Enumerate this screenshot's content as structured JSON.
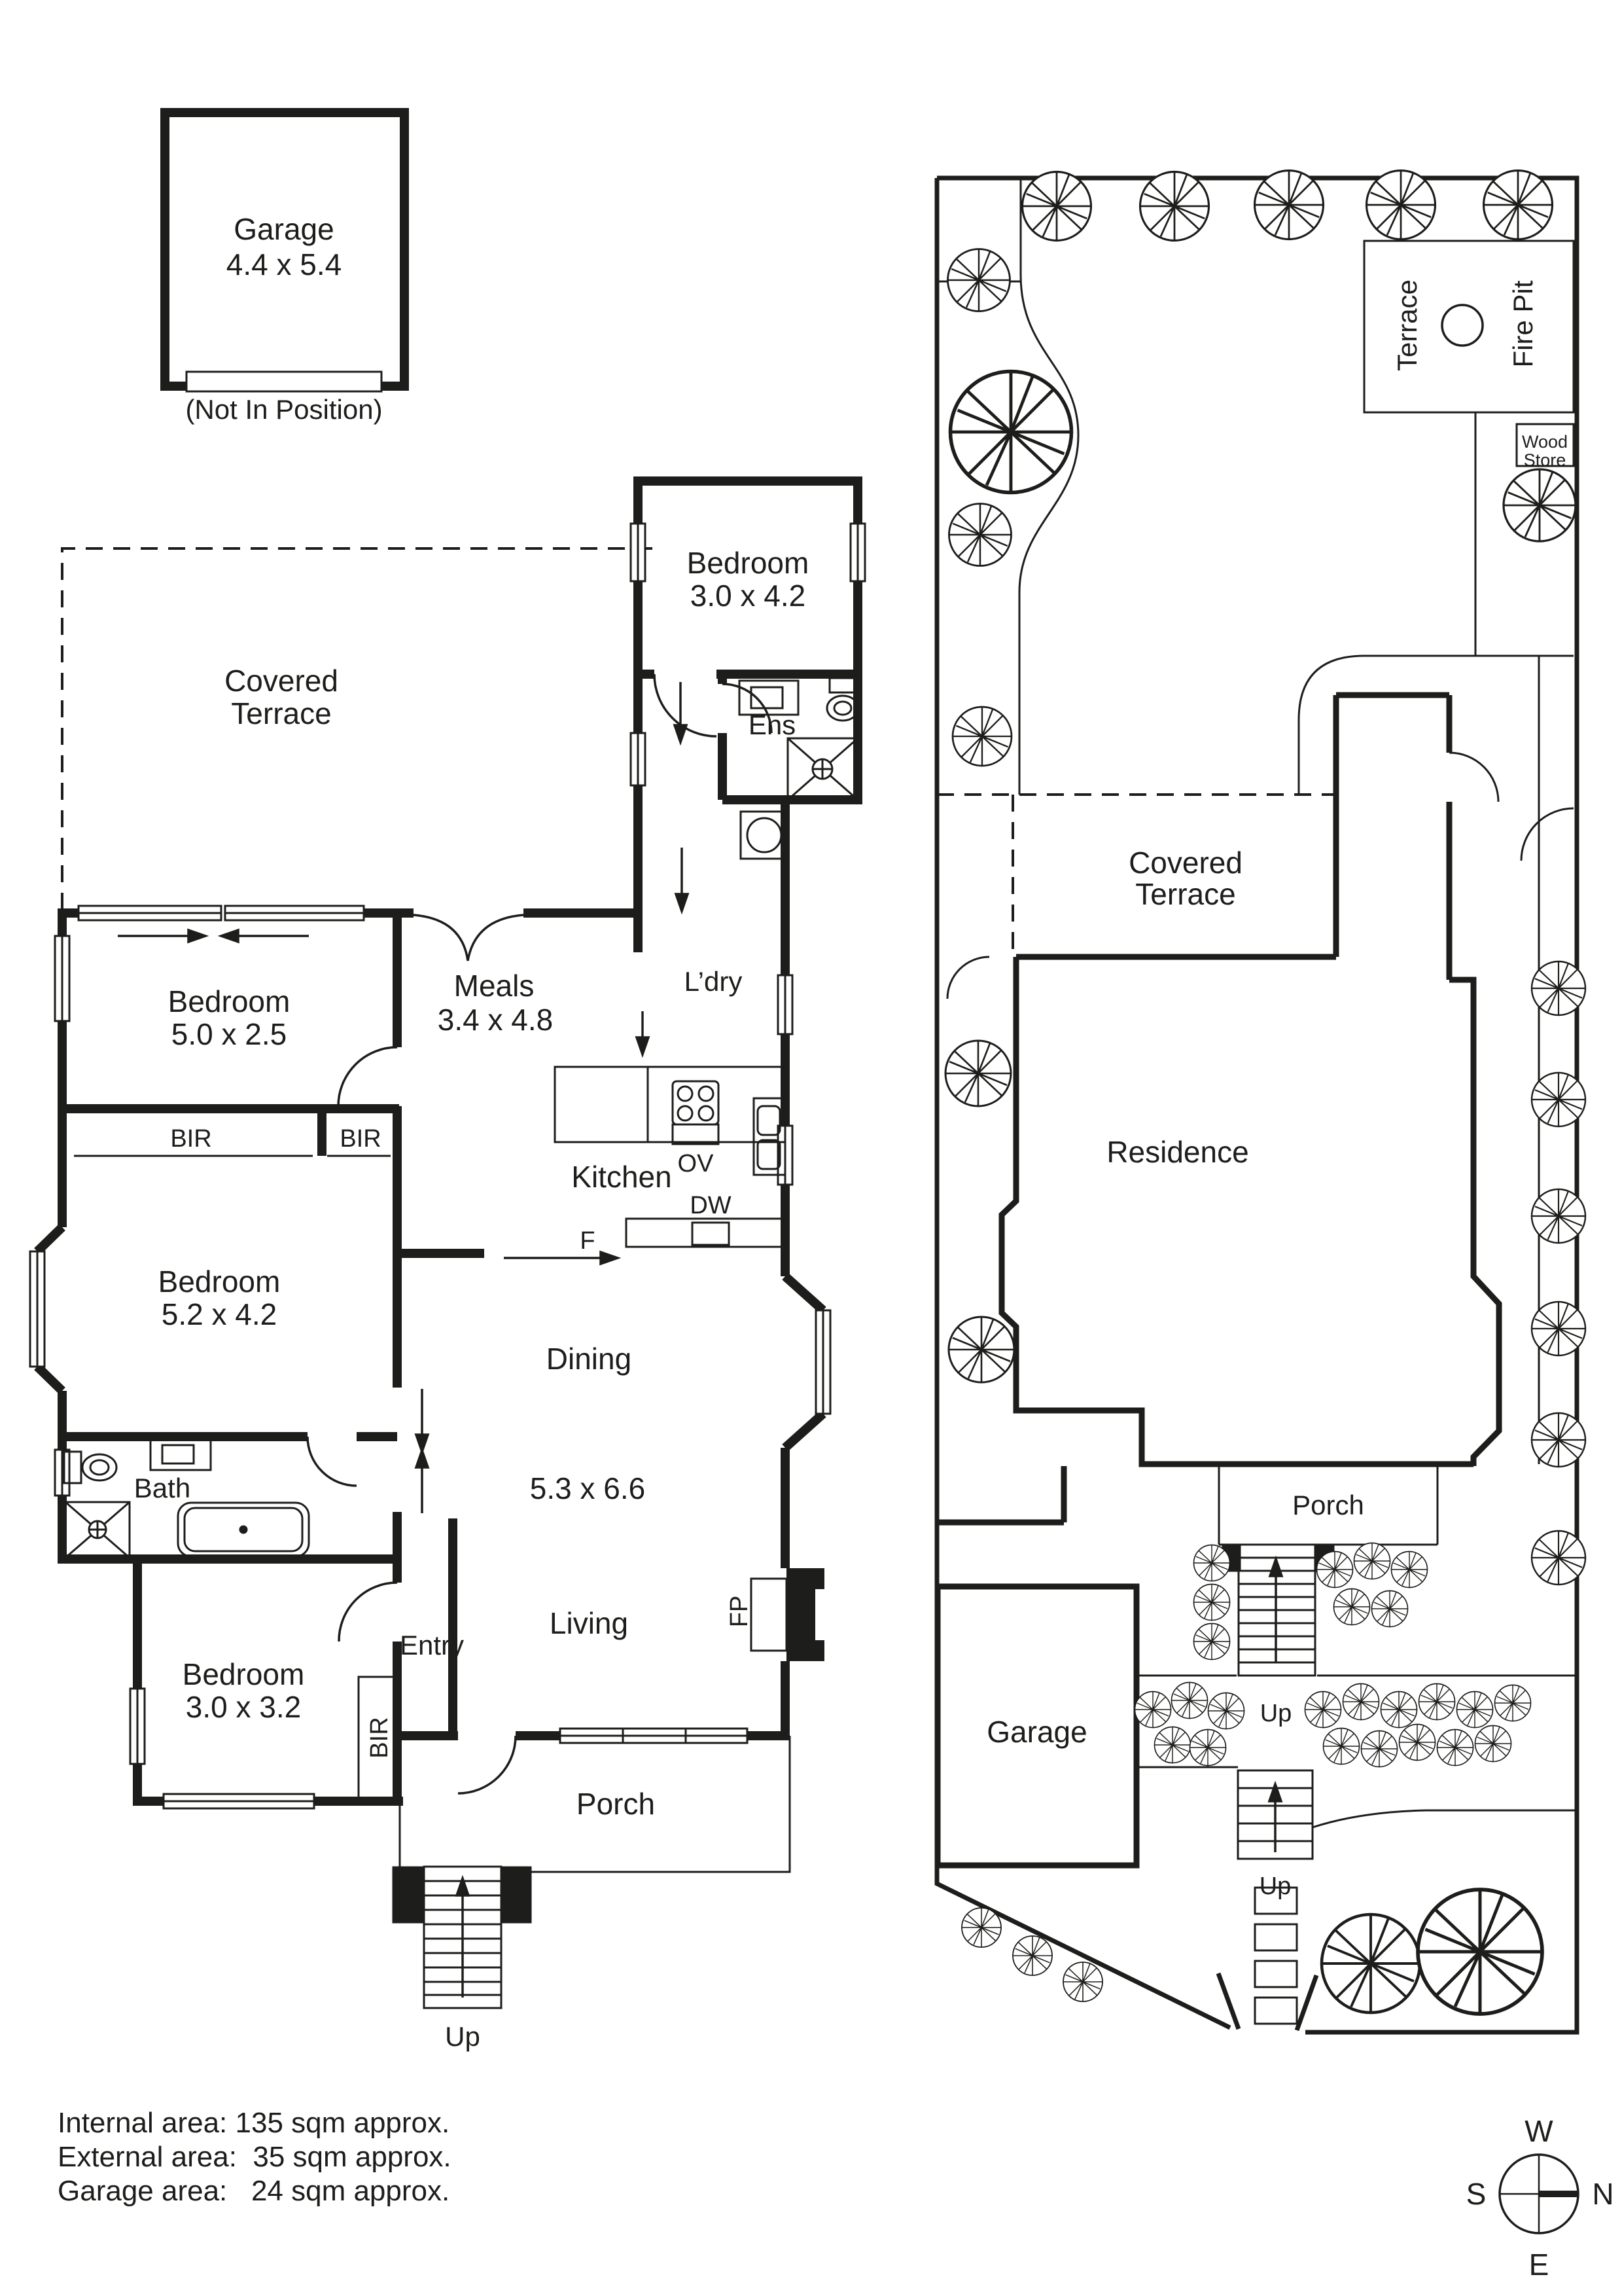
{
  "floor_plan": {
    "garage": {
      "name": "Garage",
      "dims": "4.4 x 5.4",
      "note": "(Not In Position)"
    },
    "covered_terrace": {
      "l1": "Covered",
      "l2": "Terrace"
    },
    "bedroom_rear": {
      "name": "Bedroom",
      "dims": "3.0 x 4.2"
    },
    "ens": "Ens",
    "ldry": "L’dry",
    "meals": {
      "name": "Meals",
      "dims": "3.4 x 4.8"
    },
    "kitchen": "Kitchen",
    "ov": "OV",
    "dw": "DW",
    "f": "F",
    "bir": "BIR",
    "bedroom_mid": {
      "name": "Bedroom",
      "dims": "5.0 x 2.5"
    },
    "bedroom_front": {
      "name": "Bedroom",
      "dims": "5.2 x 4.2"
    },
    "dining": {
      "name": "Dining",
      "dims": "5.3 x 6.6"
    },
    "living": "Living",
    "bath": "Bath",
    "bedroom_small": {
      "name": "Bedroom",
      "dims": "3.0 x 3.2"
    },
    "entry": "Entry",
    "fp": "FP",
    "porch": "Porch",
    "up": "Up"
  },
  "site_plan": {
    "terrace": "Terrace",
    "fire_pit": "Fire Pit",
    "wood_store": {
      "l1": "Wood",
      "l2": "Store"
    },
    "covered_terrace": {
      "l1": "Covered",
      "l2": "Terrace"
    },
    "residence": "Residence",
    "porch": "Porch",
    "garage": "Garage",
    "up": "Up"
  },
  "areas": {
    "internal": "Internal area: 135 sqm approx.",
    "external": "External area:  35 sqm approx.",
    "garage": "Garage area:   24 sqm approx."
  },
  "compass": {
    "n": "N",
    "s": "S",
    "e": "E",
    "w": "W"
  },
  "colors": {
    "ink": "#1d1d1b",
    "paper": "#ffffff"
  }
}
